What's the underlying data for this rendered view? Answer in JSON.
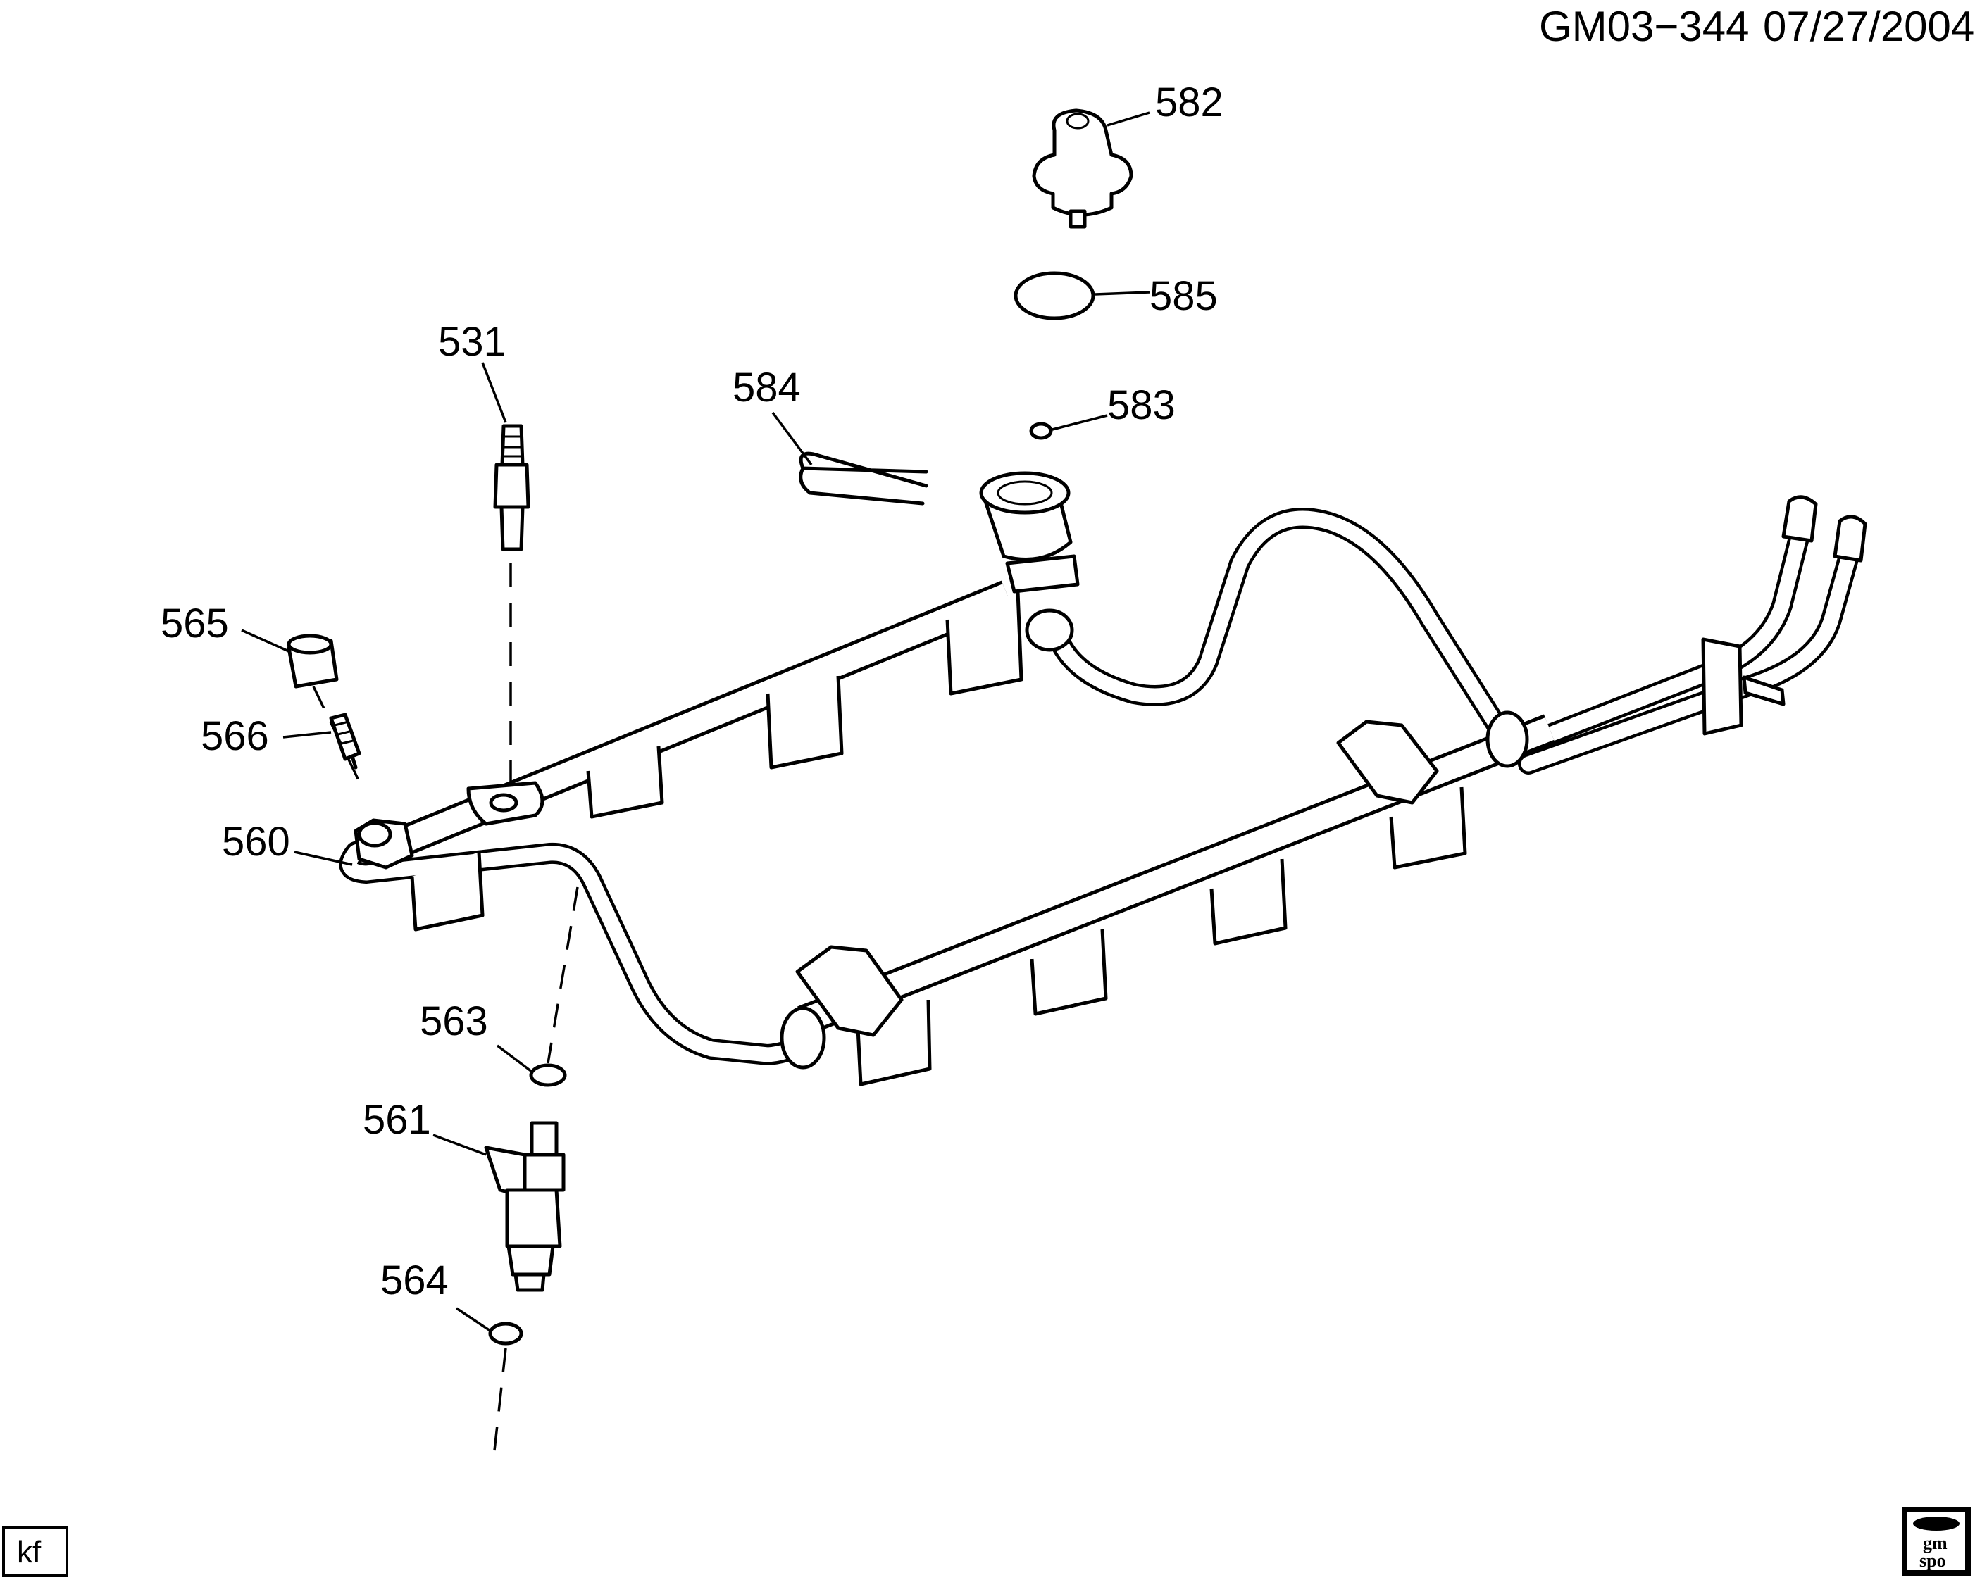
{
  "header": {
    "diagram_code": "GM03−344",
    "date": "07/27/2004"
  },
  "callouts": {
    "p531": "531",
    "p560": "560",
    "p561": "561",
    "p563": "563",
    "p564": "564",
    "p565": "565",
    "p566": "566",
    "p582": "582",
    "p583": "583",
    "p584": "584",
    "p585": "585"
  },
  "footer": {
    "initials": "kf"
  },
  "logo": {
    "line1": "gm",
    "line2": "spo"
  }
}
